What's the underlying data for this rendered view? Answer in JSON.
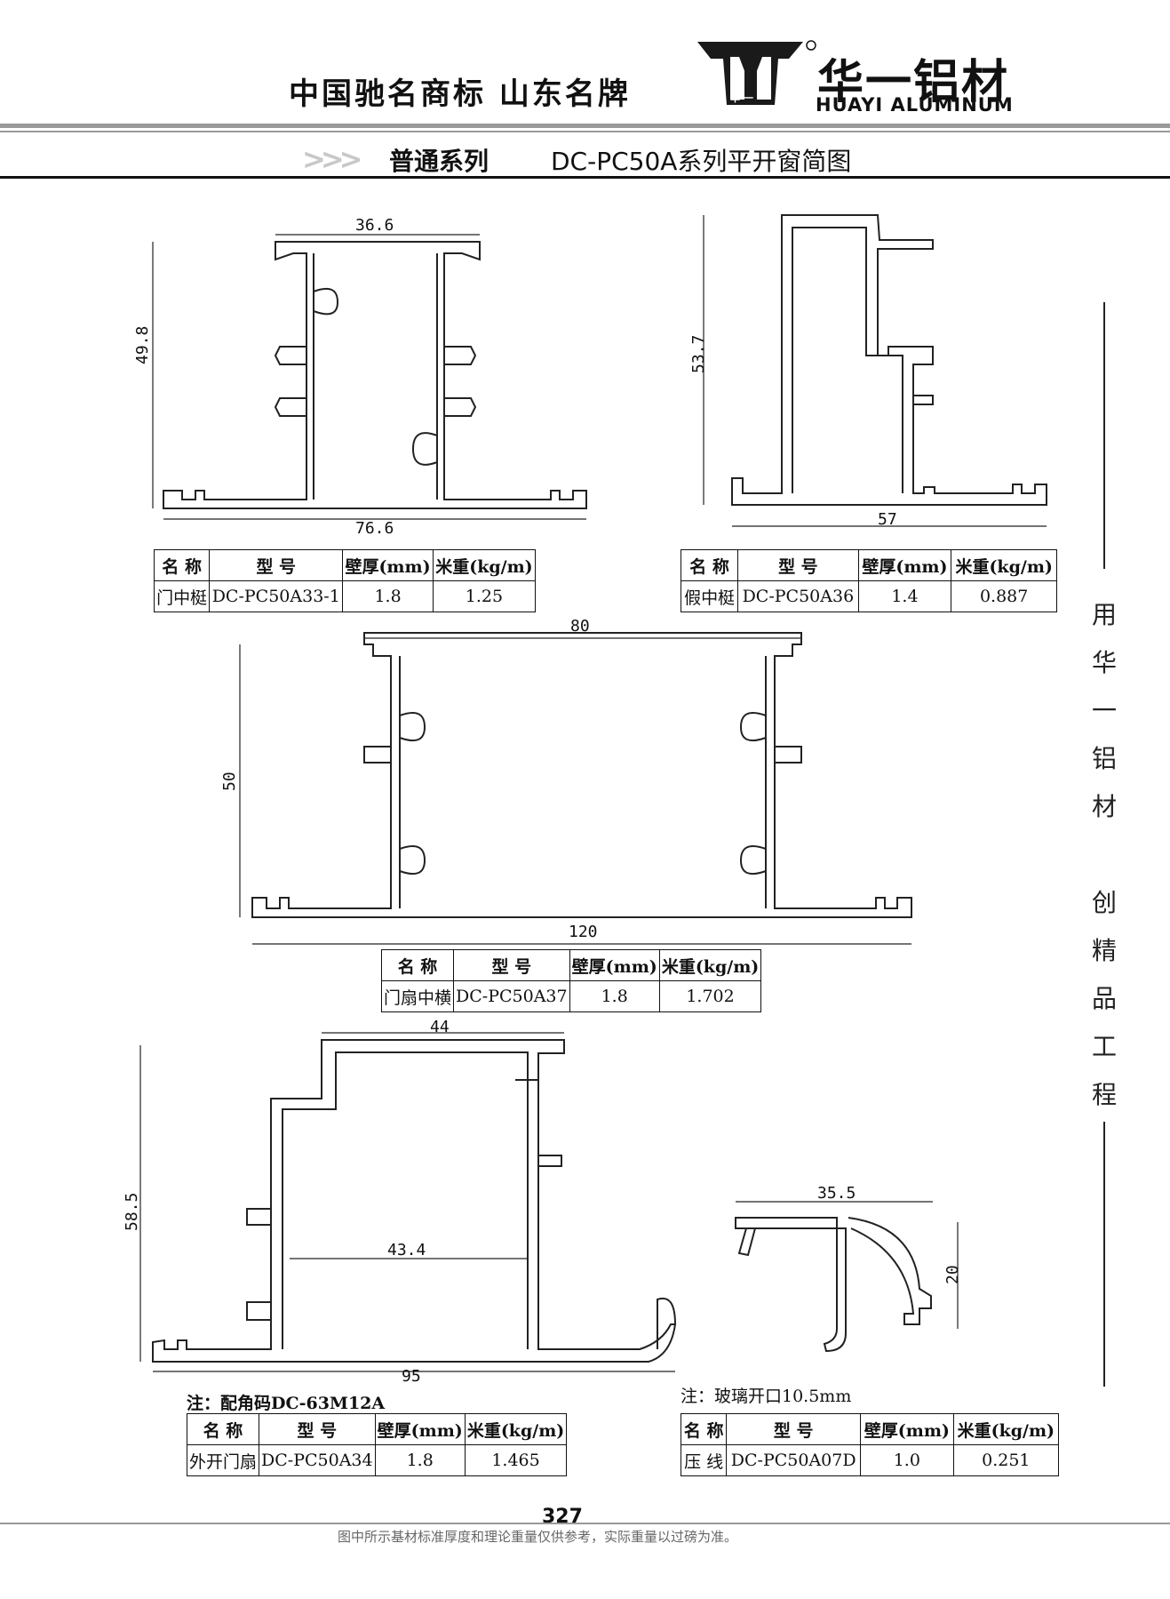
{
  "header": {
    "slogan": "中国驰名商标  山东名牌",
    "brand_cn": "华一铝材",
    "brand_en": "HUAYI ALUMINUM",
    "logo_small": "华 一",
    "series_arrows": ">>>",
    "series": "普通系列",
    "title": "DC-PC50A系列平开窗简图"
  },
  "side_slogan": [
    "用",
    "华",
    "一",
    "铝",
    "材",
    "",
    "创",
    "精",
    "品",
    "工",
    "程"
  ],
  "profiles": [
    {
      "dims": [
        "36.6",
        "49.8",
        "76.6"
      ],
      "table": {
        "headers": [
          "名 称",
          "型 号",
          "壁厚(mm)",
          "米重(kg/m)"
        ],
        "row": [
          "门中梃",
          "DC-PC50A33-1",
          "1.8",
          "1.25"
        ]
      }
    },
    {
      "dims": [
        "53.7",
        "57"
      ],
      "table": {
        "headers": [
          "名 称",
          "型 号",
          "壁厚(mm)",
          "米重(kg/m)"
        ],
        "row": [
          "假中梃",
          "DC-PC50A36",
          "1.4",
          "0.887"
        ]
      }
    },
    {
      "dims": [
        "80",
        "50",
        "120"
      ],
      "table": {
        "headers": [
          "名 称",
          "型 号",
          "壁厚(mm)",
          "米重(kg/m)"
        ],
        "row": [
          "门扇中横",
          "DC-PC50A37",
          "1.8",
          "1.702"
        ]
      }
    },
    {
      "dims": [
        "44",
        "58.5",
        "43.4",
        "95"
      ],
      "note": "注：配角码DC-63M12A",
      "table": {
        "headers": [
          "名 称",
          "型 号",
          "壁厚(mm)",
          "米重(kg/m)"
        ],
        "row": [
          "外开门扇",
          "DC-PC50A34",
          "1.8",
          "1.465"
        ]
      }
    },
    {
      "dims": [
        "35.5",
        "20"
      ],
      "note": "注：玻璃开口10.5mm",
      "table": {
        "headers": [
          "名 称",
          "型 号",
          "壁厚(mm)",
          "米重(kg/m)"
        ],
        "row": [
          "压 线",
          "DC-PC50A07D",
          "1.0",
          "0.251"
        ]
      }
    }
  ],
  "footer": {
    "page_number": "327",
    "disclaimer": "图中所示基材标准厚度和理论重量仅供参考，实际重量以过磅为准。"
  }
}
